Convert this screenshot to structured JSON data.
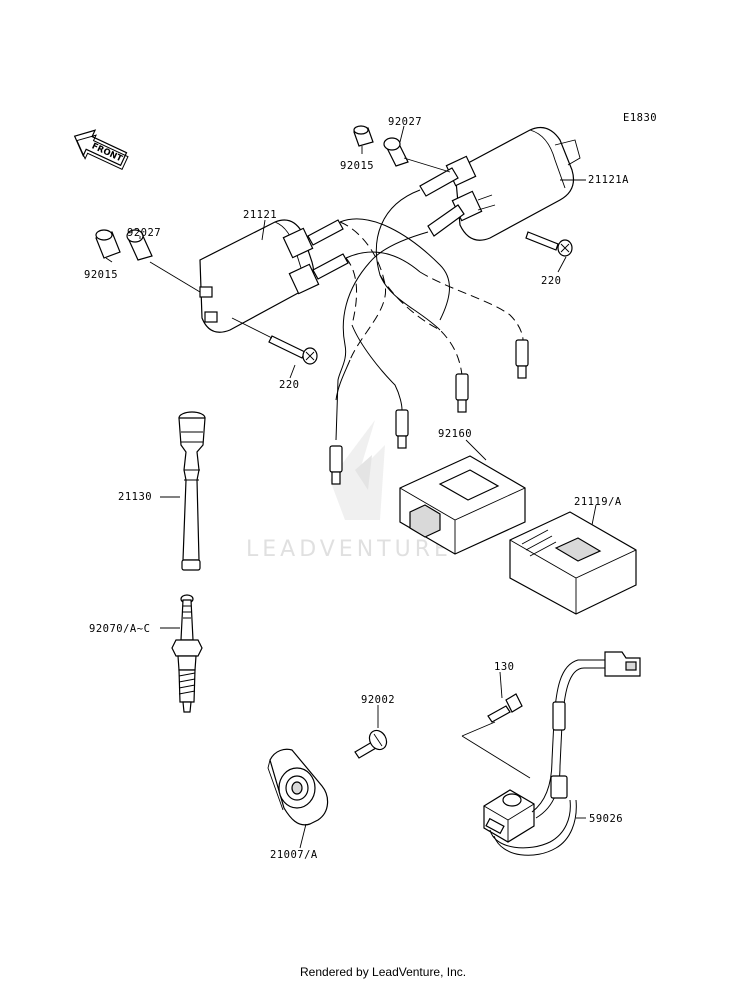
{
  "diagram_code": "E1830",
  "front_arrow_text": "FRONT",
  "watermark": "LEADVENTURE",
  "footer": "Rendered by LeadVenture, Inc.",
  "part_labels": {
    "p92027_top": "92027",
    "p92015_top": "92015",
    "p21121A": "21121A",
    "p220_right": "220",
    "p21121": "21121",
    "p92027_left": "92027",
    "p92015_left": "92015",
    "p220_left": "220",
    "p92160": "92160",
    "p21130": "21130",
    "p21119A": "21119/A",
    "p92070": "92070/A~C",
    "p130": "130",
    "p92002": "92002",
    "p59026": "59026",
    "p21007A": "21007/A"
  }
}
